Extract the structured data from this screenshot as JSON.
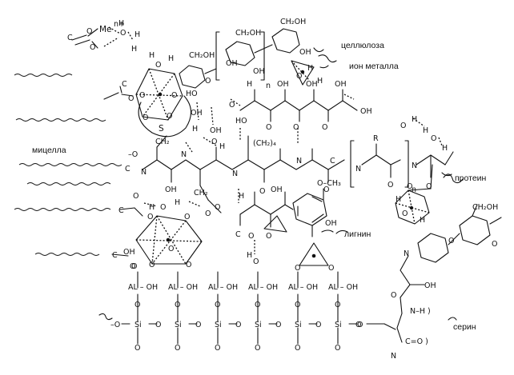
{
  "labels": {
    "cellulose": "целлюлоза",
    "metal_ion": "ион металла",
    "micelle": "мицелла",
    "protein": "протеин",
    "lignin": "лигнин",
    "serine": "серин"
  },
  "atoms": {
    "me": "Me",
    "me_charge": "n+",
    "c": "C",
    "o": "O",
    "h": "H",
    "oh": "OH",
    "ho": "HO",
    "ch2": "CH₂",
    "ch2oh": "CH₂OH",
    "ch2_4": "(CH₂)₄",
    "och3": "O–CH₃",
    "nh_paren": "N–H )",
    "co_paren": "C=O )",
    "s": "S",
    "n": "N",
    "r": "R",
    "neg_o": "–O",
    "neg_oh": "–OH",
    "al_oh": "AL – OH",
    "si": "Si",
    "subscript_n": "n"
  },
  "colors": {
    "ink": "#111111",
    "background": "#ffffff"
  }
}
